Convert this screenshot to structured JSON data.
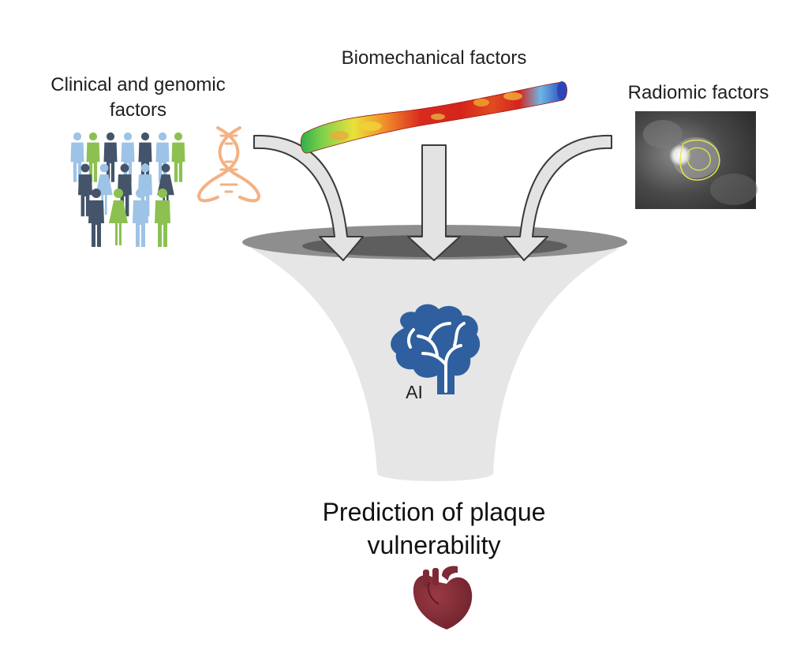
{
  "labels": {
    "clinical_line1": "Clinical and genomic",
    "clinical_line2": "factors",
    "biomechanical": "Biomechanical factors",
    "radiomic": "Radiomic factors",
    "ai": "AI",
    "prediction_line1": "Prediction of plaque",
    "prediction_line2": "vulnerability"
  },
  "colors": {
    "funnel_body": "#e6e6e6",
    "funnel_rim": "#8e8e8e",
    "funnel_opening": "#5a5a5a",
    "arrow_fill": "#e3e3e3",
    "arrow_stroke": "#3a3a3a",
    "brain": "#2f5f9e",
    "heart": "#7d2a35",
    "dna": "#f4b183",
    "people_dark": "#44546a",
    "people_light": "#9dc3e6",
    "people_green": "#8cc152",
    "contour": "#e6e64a"
  },
  "icons": [
    "people-crowd-icon",
    "dna-icon",
    "artery-icon",
    "ct-scan-image",
    "brain-icon",
    "heart-icon"
  ]
}
